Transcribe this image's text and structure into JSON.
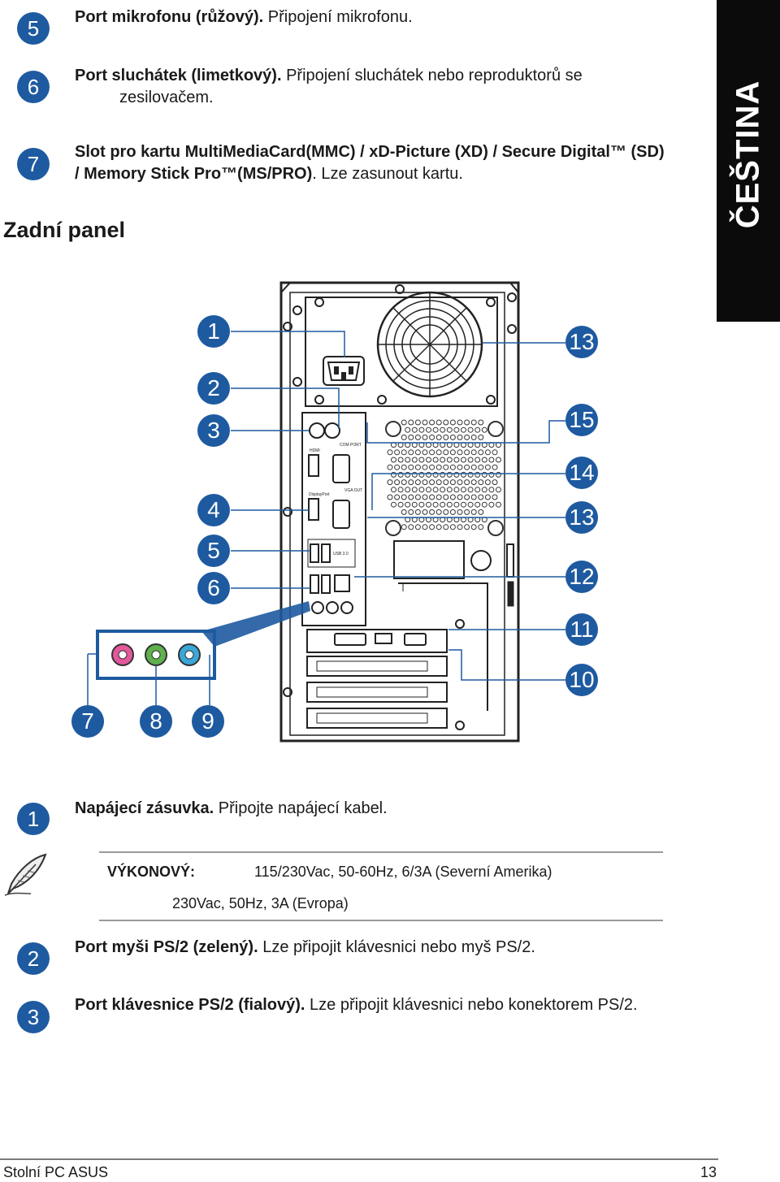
{
  "top_items": [
    {
      "num": "5",
      "bold": "Port mikrofonu (růžový).",
      "rest": " Připojení mikrofonu.",
      "cont": ""
    },
    {
      "num": "6",
      "bold": "Port sluchátek (limetkový).",
      "rest": " Připojení sluchátek nebo reproduktorů se",
      "cont": "zesilovačem."
    },
    {
      "num": "7",
      "bold": "Slot pro kartu MultiMediaCard(MMC) / xD-Picture (XD) / Secure Digital™ (SD)",
      "rest": "",
      "cont_bold": "/ Memory Stick Pro™(MS/PRO)",
      "cont_rest": ". Lze zasunout kartu."
    }
  ],
  "section_heading": "Zadní panel",
  "side_tab": "ČEŠTINA",
  "diagram": {
    "left_callouts": [
      "1",
      "2",
      "3",
      "4",
      "5",
      "6"
    ],
    "right_callouts": [
      "13",
      "15",
      "14",
      "13",
      "12",
      "11",
      "10"
    ],
    "bottom_callouts": [
      "7",
      "8",
      "9"
    ],
    "labels": {
      "hdmi": "HDMI",
      "displayport": "DisplayPort",
      "com": "COM PORT",
      "vga": "VGA OUT",
      "usb3": "USB 3.0"
    },
    "colors": {
      "pink": "#e3579b",
      "green": "#5fb14d",
      "blue": "#3aa7d8",
      "accent": "#1e5aa0"
    }
  },
  "item1": {
    "num": "1",
    "bold": "Napájecí zásuvka.",
    "rest": " Připojte napájecí kabel."
  },
  "note": {
    "icon": "feather-quill-icon",
    "label": "VÝKONOVÝ:",
    "line1": "115/230Vac, 50-60Hz, 6/3A (Severní Amerika)",
    "line2": "230Vac, 50Hz, 3A (Evropa)"
  },
  "bottom_items": [
    {
      "num": "2",
      "bold": "Port myši PS/2 (zelený).",
      "rest": " Lze připojit klávesnici nebo myš PS/2."
    },
    {
      "num": "3",
      "bold": "Port klávesnice PS/2 (fialový).",
      "rest": " Lze připojit klávesnici nebo konektorem PS/2."
    }
  ],
  "footer": {
    "left": "Stolní PC ASUS",
    "page": "13"
  }
}
